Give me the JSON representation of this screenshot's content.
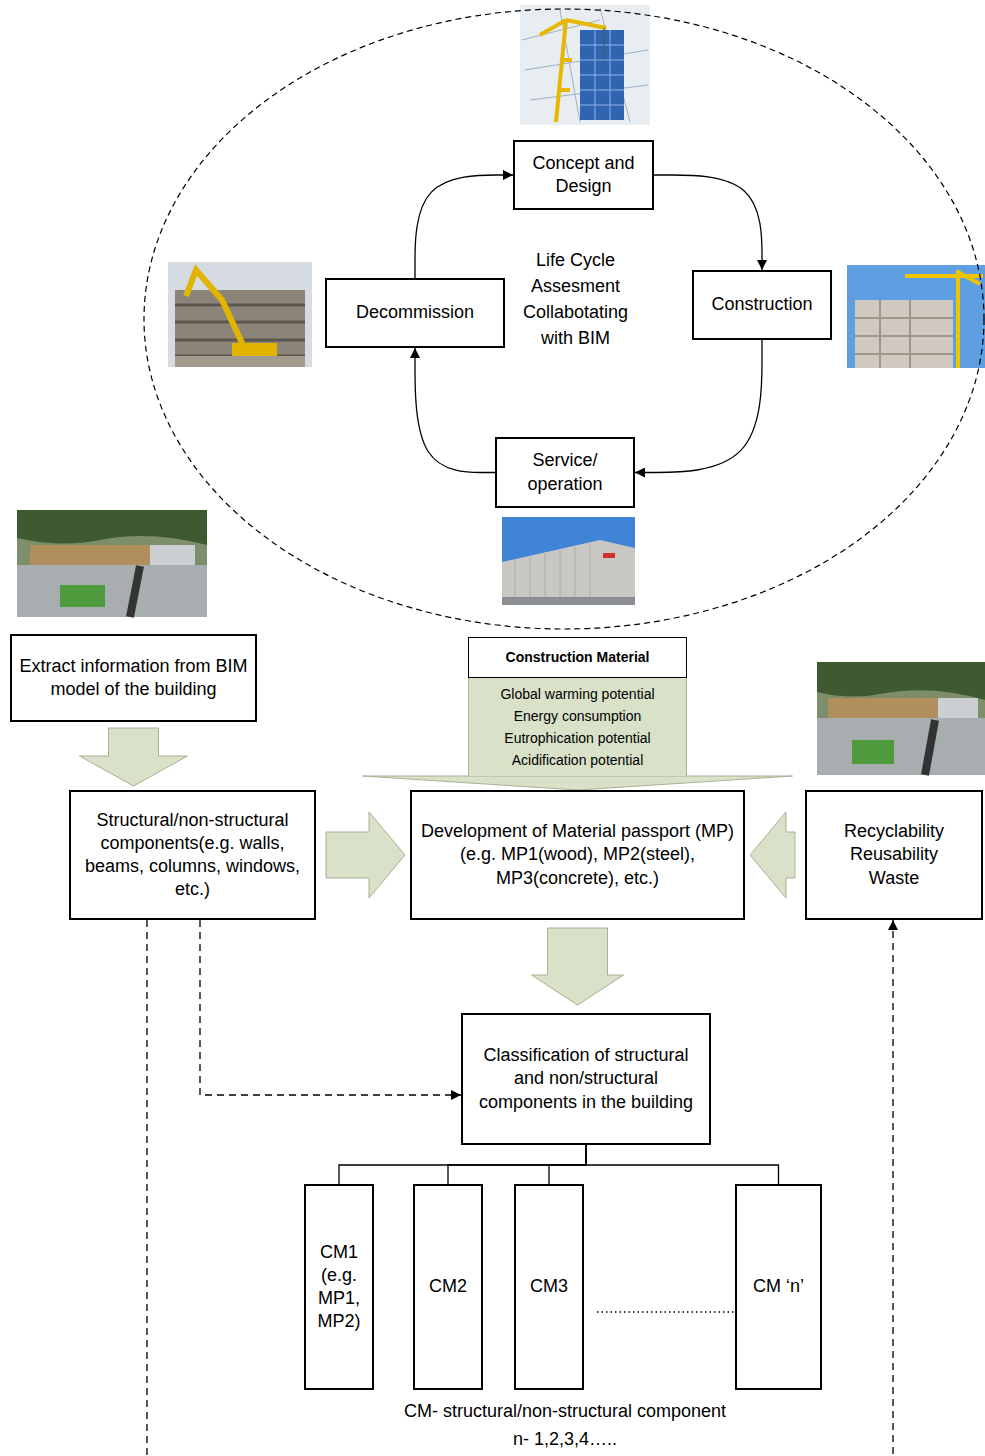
{
  "diagram": {
    "nodes": [
      {
        "text": [
          "Life Cycle Assesment Collabotating with BIM"
        ]
      },
      {
        "text": [
          "Concept and Design"
        ],
        "in": 0
      },
      {
        "text": [
          "Construction"
        ],
        "in": 0
      },
      {
        "text": [
          "Service/ operation"
        ],
        "in": 0
      },
      {
        "text": [
          "Decommission"
        ],
        "in": 0
      },
      {
        "text": [
          "Extract information from BIM model of the building"
        ]
      },
      {
        "text": [
          "Construction Material"
        ]
      },
      {
        "text": [
          "Global warming potential",
          "Energy consumption",
          "Eutrophication potential",
          "Acidification potential"
        ]
      },
      {
        "text": [
          "Structural/non-structural components(e.g. walls, beams, columns, windows, etc.)"
        ]
      },
      {
        "text": [
          "Development of Material passport (MP) (e.g. MP1(wood), MP2(steel), MP3(concrete), etc.)"
        ]
      },
      {
        "text": [
          "Recyclability",
          "Reusability",
          "Waste"
        ]
      },
      {
        "text": [
          "Classification of structural and non/structural components in the building"
        ]
      },
      {
        "text": [
          "CM1 (e.g. MP1, MP2)"
        ]
      },
      {
        "text": [
          "CM2"
        ]
      },
      {
        "text": [
          "CM3"
        ]
      },
      {
        "text": [
          "CM ‘n’"
        ]
      }
    ],
    "edges": [
      {
        "from": 1,
        "to": 2,
        "arrow": "to"
      },
      {
        "from": 2,
        "to": 3,
        "arrow": "to"
      },
      {
        "from": 3,
        "to": 4,
        "arrow": "to"
      },
      {
        "from": 4,
        "to": 1,
        "arrow": "to"
      },
      {
        "from": 5,
        "to": 8,
        "arrow": "to"
      },
      {
        "from": 8,
        "to": 9,
        "arrow": "to"
      },
      {
        "from": 10,
        "to": 9,
        "arrow": "to"
      },
      {
        "from": 7,
        "to": 9,
        "arrow": "to"
      },
      {
        "from": 9,
        "to": 11,
        "arrow": "to"
      },
      {
        "from": 8,
        "to": 11,
        "arrow": "to"
      },
      {
        "from": 8,
        "to": 10,
        "arrow": "to"
      },
      {
        "from": 11,
        "to": 12,
        "arrow": "none"
      },
      {
        "from": 11,
        "to": 13,
        "arrow": "none"
      },
      {
        "from": 11,
        "to": 14,
        "arrow": "none"
      },
      {
        "from": 11,
        "to": 15,
        "arrow": "none"
      }
    ],
    "labels": [
      "CM- structural/non-structural component",
      "n- 1,2,3,4….."
    ]
  }
}
